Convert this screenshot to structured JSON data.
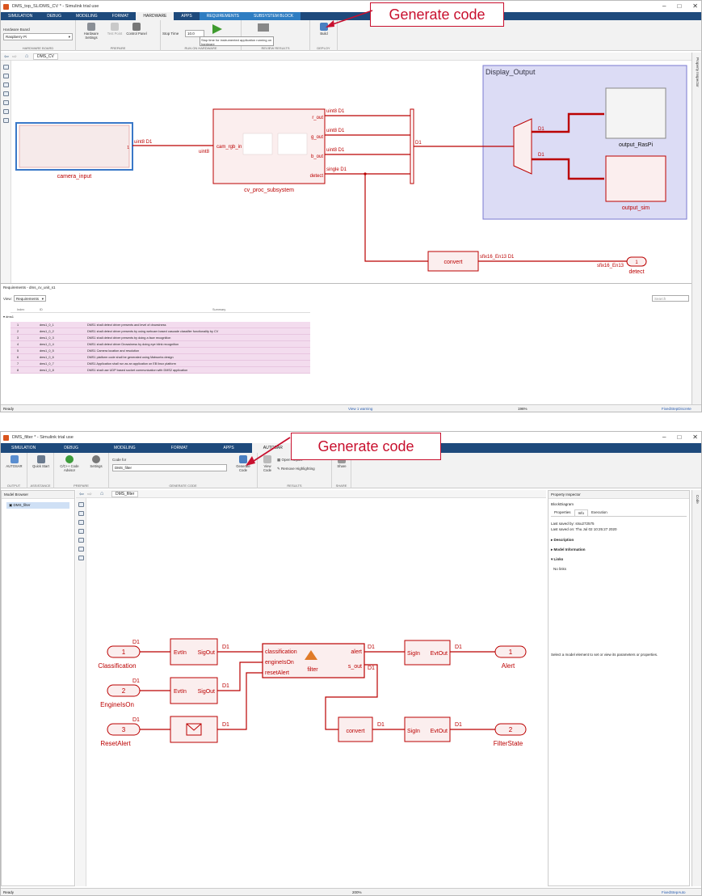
{
  "win1": {
    "title": "DMS_top_SL/DMS_CV * - Simulink trial use",
    "tabs": [
      "SIMULATION",
      "DEBUG",
      "MODELING",
      "FORMAT",
      "HARDWARE",
      "APPS",
      "REQUIREMENTS",
      "SUBSYSTEM BLOCK"
    ],
    "active_tab": "HARDWARE",
    "hardware_board_label": "Hardware Board",
    "hardware_board_value": "Raspberry Pi",
    "buttons": {
      "hw_settings": "Hardware Settings",
      "test_point": "Test Point",
      "control_panel": "Control Panel",
      "build": "Build"
    },
    "stop_time_label": "Stop Time",
    "stop_time_value": "10.0",
    "tooltip": "Stop time for instrumented application running on hardware",
    "groups": {
      "hardware_board": "HARDWARE BOARD",
      "prepare": "PREPARE",
      "run_on_hardware": "RUN ON HARDWARE",
      "review_results": "REVIEW RESULTS",
      "deploy": "DEPLOY"
    },
    "breadcrumb": "DMS_CV",
    "property_inspector": "Property Inspector",
    "callout": "Generate code",
    "diagram": {
      "display_output": "Display_Output",
      "camera_input": "camera_input",
      "cv_proc_subsystem": "cv_proc_subsystem",
      "cam_rgb_in": "cam_rgb_in",
      "r_out": "r_out",
      "g_out": "g_out",
      "b_out": "b_out",
      "detect": "detect",
      "uint8_D1": "uint8 D1",
      "single_D1": "single D1",
      "uint8": "uint8",
      "one": "1",
      "D1": "D1",
      "output_raspi": "output_RasPi",
      "output_sim": "output_sim",
      "convert": "convert",
      "sfix_label": "sfix16_En13 D1",
      "sfix_out": "sfix16_En13",
      "detect_port": "detect"
    },
    "requirements": {
      "title": "Requirements - dms_cv_unit_s1",
      "view_label": "View:",
      "view_value": "Requirements",
      "search": "Search",
      "col_index": "Index",
      "col_id": "ID",
      "col_summary": "Summary",
      "root": "dms1",
      "rows": [
        {
          "i": "1",
          "id": "dms1_0_1",
          "s": "DMS1 shall detect driver presents and level of drowsiness"
        },
        {
          "i": "2",
          "id": "dms1_0_2",
          "s": "DMS1 shall detect driver presents by using webcam based cascade classifier functionality by CV"
        },
        {
          "i": "3",
          "id": "dms1_0_3",
          "s": "DMS1 shall detect driver presents by doing a face recognition"
        },
        {
          "i": "4",
          "id": "dms1_0_4",
          "s": "DMS1 shall detect driver Drowsiness by doing eye blink recognition"
        },
        {
          "i": "5",
          "id": "dms1_0_5",
          "s": "DMS1 Camera location and resolution"
        },
        {
          "i": "6",
          "id": "dms1_0_6",
          "s": "DMS1 platform code shall be generated using Matworks design"
        },
        {
          "i": "7",
          "id": "dms1_0_7",
          "s": "DMS1 Application shall run as an application on EB linux platform"
        },
        {
          "i": "8",
          "id": "dms1_0_8",
          "s": "DMS1 shall use UDP based socket communication with DMS2 application"
        }
      ]
    },
    "status": {
      "left": "Ready",
      "warning": "View 1 warning",
      "zoom": "196%",
      "solver": "FixedStepDiscrete"
    }
  },
  "win2": {
    "title": "DMS_filter * - Simulink trial use",
    "tabs": [
      "SIMULATION",
      "DEBUG",
      "MODELING",
      "FORMAT",
      "APPS",
      "AUTOSAR"
    ],
    "active_tab": "AUTOSAR",
    "buttons": {
      "autosar": "AUTOSAR",
      "quick_start": "Quick Start",
      "cpp_advisor": "C/C++ Code Advisor",
      "settings": "Settings",
      "generate_code": "Generate Code",
      "view_code": "View Code",
      "open_report": "Open Report",
      "remove_highlighting": "Remove Highlighting",
      "share": "Share"
    },
    "code_for_label": "Code for",
    "code_for_value": "DMS_filter",
    "groups": {
      "output": "OUTPUT",
      "assistance": "ASSISTANCE",
      "prepare": "PREPARE",
      "generate_code": "GENERATE CODE",
      "results": "RESULTS",
      "share": "SHARE"
    },
    "model_browser": "Model Browser",
    "model_item": "DMS_filter",
    "breadcrumb": "DMS_filter",
    "callout": "Generate code",
    "code_side": "Code",
    "inspector": {
      "title": "Property Inspector",
      "block": "BlockDiagram",
      "tabs": [
        "Properties",
        "Info",
        "Execution"
      ],
      "saved_by": "Last saved by:  stsu272575",
      "saved_on": "Last saved on:  Thu Jul 02 10:25:27 2020",
      "description": "Description",
      "model_info": "Model Information",
      "links": "Links",
      "no_links": "No links",
      "hint": "Select a model element to set or view its parameters or properties."
    },
    "diagram": {
      "p1": "1",
      "p2": "2",
      "p3": "3",
      "classification": "Classification",
      "engineison": "EngineIsOn",
      "resetalert": "ResetAlert",
      "evtin": "EvtIn",
      "sigout": "SigOut",
      "sigin": "SigIn",
      "evtout": "EvtOut",
      "in_classification": "classification",
      "in_engineison": "engineIsOn",
      "in_resetalert": "resetAlert",
      "alert": "alert",
      "s_out": "s_out",
      "filter": "filter",
      "convert": "convert",
      "o1": "1",
      "o2": "2",
      "alert_port": "Alert",
      "filterstate": "FilterState",
      "D1": "D1"
    },
    "status": {
      "left": "Ready",
      "zoom": "200%",
      "solver": "FixedStepAuto"
    }
  }
}
